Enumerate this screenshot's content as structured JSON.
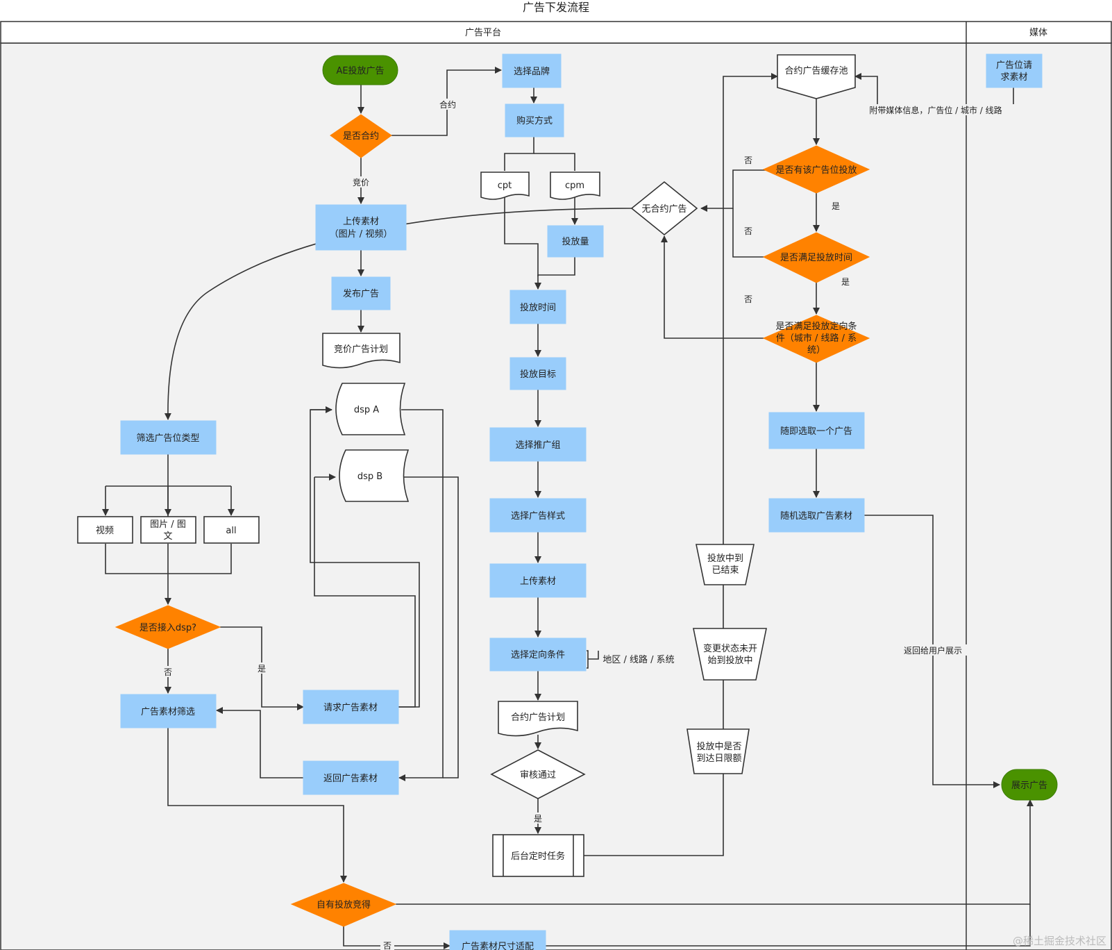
{
  "title": "广告下发流程",
  "lanes": {
    "platform": "广告平台",
    "media": "媒体"
  },
  "nodes": {
    "start": "AE投放广告",
    "is_contract": "是否合约",
    "choose_brand": "选择品牌",
    "purchase_method": "购买方式",
    "cpt": "cpt",
    "cpm": "cpm",
    "volume": "投放量",
    "upload_material_1": "上传素材",
    "upload_material_1_sub": "（图片 / 视频）",
    "publish_ad": "发布广告",
    "bid_plan": "竞价广告计划",
    "dsp_a": "dsp A",
    "dsp_b": "dsp B",
    "filter_slot_type": "筛选广告位类型",
    "video": "视频",
    "image_text_1": "图片 / 图",
    "image_text_2": "文",
    "all": "all",
    "dsp_access": "是否接入dsp?",
    "material_filter": "广告素材筛选",
    "request_material": "请求广告素材",
    "return_material": "返回广告素材",
    "own_bid": "自有投放竞得",
    "size_adapt": "广告素材尺寸适配",
    "delivery_time": "投放时间",
    "delivery_target": "投放目标",
    "select_group": "选择推广组",
    "select_style": "选择广告样式",
    "upload_material_2": "上传素材",
    "select_targeting": "选择定向条件",
    "targeting_note": "地区 / 线路 / 系统",
    "contract_plan": "合约广告计划",
    "review_pass": "审核通过",
    "bg_task": "后台定时任务",
    "cache_pool": "合约广告缓存池",
    "has_slot": "是否有该广告位投放",
    "meets_time": "是否满足投放时间",
    "meets_targeting_1": "是否满足投放定向条",
    "meets_targeting_2": "件（城市 / 线路 / 系",
    "meets_targeting_3": "统）",
    "no_contract": "无合约广告",
    "random_ad": "随即选取一个广告",
    "random_material": "随机选取广告素材",
    "ended_1": "投放中到",
    "ended_2": "已结束",
    "change_1": "变更状态未开",
    "change_2": "始到投放中",
    "limit_1": "投放中是否",
    "limit_2": "到达日限额",
    "media_request_1": "广告位请",
    "media_request_2": "求素材",
    "show_ad": "展示广告"
  },
  "edge_labels": {
    "contract": "合约",
    "bidding": "竞价",
    "media_info": "附带媒体信息，广告位 / 城市 / 线路",
    "no_1": "否",
    "no_2": "否",
    "no_3": "否",
    "yes_1": "是",
    "yes_2": "是",
    "yes_3": "是",
    "dsp_yes": "是",
    "dsp_no": "否",
    "review_yes": "是",
    "return_user": "返回给用户展示",
    "size_no": "否"
  },
  "watermark": "@稀土掘金技术社区",
  "colors": {
    "process": "#99cdfb",
    "decision": "#ff8200",
    "terminal": "#4a9200",
    "lane_bg": "#f2f2f2"
  }
}
